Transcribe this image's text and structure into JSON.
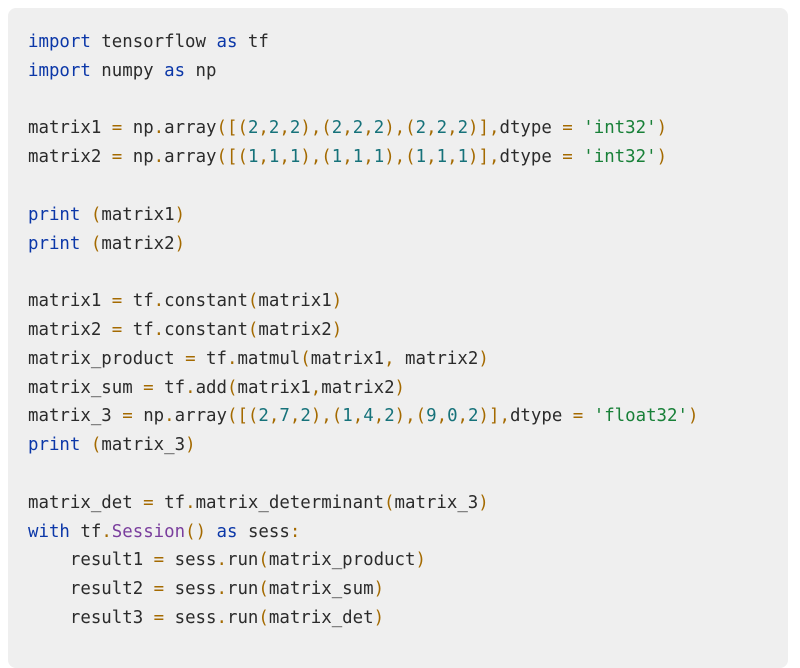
{
  "colors": {
    "background": "#efefef",
    "keyword": "#0b37a8",
    "operator": "#a46a00",
    "number": "#16727a",
    "string": "#188038",
    "class": "#7a3e9d",
    "text": "#2b2b2b"
  },
  "code_lines": [
    [
      [
        "kw",
        "import"
      ],
      [
        "plain",
        " tensorflow "
      ],
      [
        "kw",
        "as"
      ],
      [
        "plain",
        " tf"
      ]
    ],
    [
      [
        "kw",
        "import"
      ],
      [
        "plain",
        " numpy "
      ],
      [
        "kw",
        "as"
      ],
      [
        "plain",
        " np"
      ]
    ],
    [],
    [
      [
        "plain",
        "matrix1 "
      ],
      [
        "op",
        "="
      ],
      [
        "plain",
        " np"
      ],
      [
        "op",
        "."
      ],
      [
        "plain",
        "array"
      ],
      [
        "op",
        "([("
      ],
      [
        "num",
        "2"
      ],
      [
        "op",
        ","
      ],
      [
        "num",
        "2"
      ],
      [
        "op",
        ","
      ],
      [
        "num",
        "2"
      ],
      [
        "op",
        "),("
      ],
      [
        "num",
        "2"
      ],
      [
        "op",
        ","
      ],
      [
        "num",
        "2"
      ],
      [
        "op",
        ","
      ],
      [
        "num",
        "2"
      ],
      [
        "op",
        "),("
      ],
      [
        "num",
        "2"
      ],
      [
        "op",
        ","
      ],
      [
        "num",
        "2"
      ],
      [
        "op",
        ","
      ],
      [
        "num",
        "2"
      ],
      [
        "op",
        ")],"
      ],
      [
        "plain",
        "dtype "
      ],
      [
        "op",
        "="
      ],
      [
        "plain",
        " "
      ],
      [
        "str",
        "'int32'"
      ],
      [
        "op",
        ")"
      ]
    ],
    [
      [
        "plain",
        "matrix2 "
      ],
      [
        "op",
        "="
      ],
      [
        "plain",
        " np"
      ],
      [
        "op",
        "."
      ],
      [
        "plain",
        "array"
      ],
      [
        "op",
        "([("
      ],
      [
        "num",
        "1"
      ],
      [
        "op",
        ","
      ],
      [
        "num",
        "1"
      ],
      [
        "op",
        ","
      ],
      [
        "num",
        "1"
      ],
      [
        "op",
        "),("
      ],
      [
        "num",
        "1"
      ],
      [
        "op",
        ","
      ],
      [
        "num",
        "1"
      ],
      [
        "op",
        ","
      ],
      [
        "num",
        "1"
      ],
      [
        "op",
        "),("
      ],
      [
        "num",
        "1"
      ],
      [
        "op",
        ","
      ],
      [
        "num",
        "1"
      ],
      [
        "op",
        ","
      ],
      [
        "num",
        "1"
      ],
      [
        "op",
        ")],"
      ],
      [
        "plain",
        "dtype "
      ],
      [
        "op",
        "="
      ],
      [
        "plain",
        " "
      ],
      [
        "str",
        "'int32'"
      ],
      [
        "op",
        ")"
      ]
    ],
    [],
    [
      [
        "kw",
        "print"
      ],
      [
        "plain",
        " "
      ],
      [
        "op",
        "("
      ],
      [
        "plain",
        "matrix1"
      ],
      [
        "op",
        ")"
      ]
    ],
    [
      [
        "kw",
        "print"
      ],
      [
        "plain",
        " "
      ],
      [
        "op",
        "("
      ],
      [
        "plain",
        "matrix2"
      ],
      [
        "op",
        ")"
      ]
    ],
    [],
    [
      [
        "plain",
        "matrix1 "
      ],
      [
        "op",
        "="
      ],
      [
        "plain",
        " tf"
      ],
      [
        "op",
        "."
      ],
      [
        "plain",
        "constant"
      ],
      [
        "op",
        "("
      ],
      [
        "plain",
        "matrix1"
      ],
      [
        "op",
        ")"
      ]
    ],
    [
      [
        "plain",
        "matrix2 "
      ],
      [
        "op",
        "="
      ],
      [
        "plain",
        " tf"
      ],
      [
        "op",
        "."
      ],
      [
        "plain",
        "constant"
      ],
      [
        "op",
        "("
      ],
      [
        "plain",
        "matrix2"
      ],
      [
        "op",
        ")"
      ]
    ],
    [
      [
        "plain",
        "matrix_product "
      ],
      [
        "op",
        "="
      ],
      [
        "plain",
        " tf"
      ],
      [
        "op",
        "."
      ],
      [
        "plain",
        "matmul"
      ],
      [
        "op",
        "("
      ],
      [
        "plain",
        "matrix1"
      ],
      [
        "op",
        ","
      ],
      [
        "plain",
        " matrix2"
      ],
      [
        "op",
        ")"
      ]
    ],
    [
      [
        "plain",
        "matrix_sum "
      ],
      [
        "op",
        "="
      ],
      [
        "plain",
        " tf"
      ],
      [
        "op",
        "."
      ],
      [
        "plain",
        "add"
      ],
      [
        "op",
        "("
      ],
      [
        "plain",
        "matrix1"
      ],
      [
        "op",
        ","
      ],
      [
        "plain",
        "matrix2"
      ],
      [
        "op",
        ")"
      ]
    ],
    [
      [
        "plain",
        "matrix_3 "
      ],
      [
        "op",
        "="
      ],
      [
        "plain",
        " np"
      ],
      [
        "op",
        "."
      ],
      [
        "plain",
        "array"
      ],
      [
        "op",
        "([("
      ],
      [
        "num",
        "2"
      ],
      [
        "op",
        ","
      ],
      [
        "num",
        "7"
      ],
      [
        "op",
        ","
      ],
      [
        "num",
        "2"
      ],
      [
        "op",
        "),("
      ],
      [
        "num",
        "1"
      ],
      [
        "op",
        ","
      ],
      [
        "num",
        "4"
      ],
      [
        "op",
        ","
      ],
      [
        "num",
        "2"
      ],
      [
        "op",
        "),("
      ],
      [
        "num",
        "9"
      ],
      [
        "op",
        ","
      ],
      [
        "num",
        "0"
      ],
      [
        "op",
        ","
      ],
      [
        "num",
        "2"
      ],
      [
        "op",
        ")],"
      ],
      [
        "plain",
        "dtype "
      ],
      [
        "op",
        "="
      ],
      [
        "plain",
        " "
      ],
      [
        "str",
        "'float32'"
      ],
      [
        "op",
        ")"
      ]
    ],
    [
      [
        "kw",
        "print"
      ],
      [
        "plain",
        " "
      ],
      [
        "op",
        "("
      ],
      [
        "plain",
        "matrix_3"
      ],
      [
        "op",
        ")"
      ]
    ],
    [],
    [
      [
        "plain",
        "matrix_det "
      ],
      [
        "op",
        "="
      ],
      [
        "plain",
        " tf"
      ],
      [
        "op",
        "."
      ],
      [
        "plain",
        "matrix_determinant"
      ],
      [
        "op",
        "("
      ],
      [
        "plain",
        "matrix_3"
      ],
      [
        "op",
        ")"
      ]
    ],
    [
      [
        "kw",
        "with"
      ],
      [
        "plain",
        " tf"
      ],
      [
        "op",
        "."
      ],
      [
        "cls",
        "Session"
      ],
      [
        "op",
        "()"
      ],
      [
        "plain",
        " "
      ],
      [
        "kw",
        "as"
      ],
      [
        "plain",
        " sess"
      ],
      [
        "op",
        ":"
      ]
    ],
    [
      [
        "plain",
        "    result1 "
      ],
      [
        "op",
        "="
      ],
      [
        "plain",
        " sess"
      ],
      [
        "op",
        "."
      ],
      [
        "plain",
        "run"
      ],
      [
        "op",
        "("
      ],
      [
        "plain",
        "matrix_product"
      ],
      [
        "op",
        ")"
      ]
    ],
    [
      [
        "plain",
        "    result2 "
      ],
      [
        "op",
        "="
      ],
      [
        "plain",
        " sess"
      ],
      [
        "op",
        "."
      ],
      [
        "plain",
        "run"
      ],
      [
        "op",
        "("
      ],
      [
        "plain",
        "matrix_sum"
      ],
      [
        "op",
        ")"
      ]
    ],
    [
      [
        "plain",
        "    result3 "
      ],
      [
        "op",
        "="
      ],
      [
        "plain",
        " sess"
      ],
      [
        "op",
        "."
      ],
      [
        "plain",
        "run"
      ],
      [
        "op",
        "("
      ],
      [
        "plain",
        "matrix_det"
      ],
      [
        "op",
        ")"
      ]
    ]
  ]
}
